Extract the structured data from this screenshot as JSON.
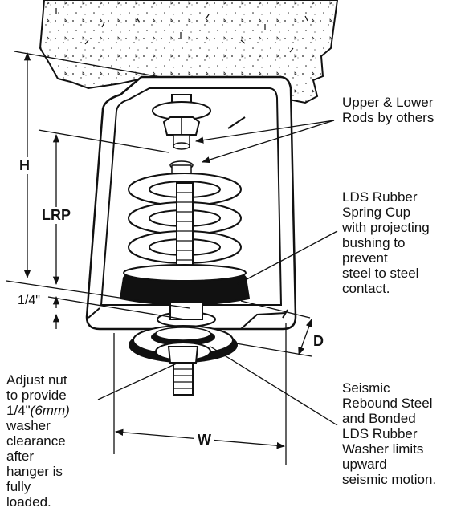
{
  "labels": {
    "rods": [
      "Upper & Lower",
      "Rods by others"
    ],
    "cup": [
      "LDS Rubber",
      "Spring Cup",
      "with projecting",
      "bushing to",
      "prevent",
      "steel to steel",
      "contact."
    ],
    "adjust": {
      "line1": "Adjust nut",
      "line2": "to provide",
      "clearance_value": "1/4\"",
      "clearance_metric": "(6mm)",
      "rest": [
        "washer",
        "clearance",
        "after",
        "hanger is",
        "fully",
        "loaded."
      ]
    },
    "seismic": [
      "Seismic",
      "Rebound Steel",
      "and Bonded",
      "LDS Rubber",
      "Washer limits",
      "upward",
      "seismic motion."
    ]
  },
  "dimensions": {
    "h": "H",
    "lrp": "LRP",
    "quarter": "1/4\"",
    "d": "D",
    "w": "W"
  }
}
